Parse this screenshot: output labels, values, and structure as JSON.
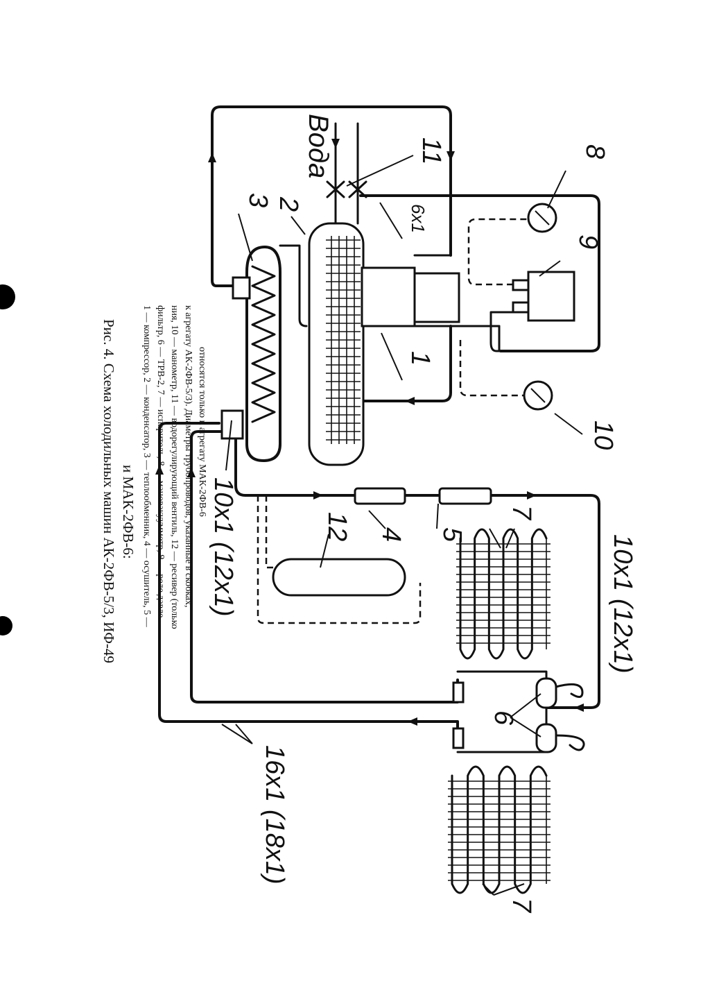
{
  "caption": {
    "title": "Рис. 4. Схема холодильных машин АК-2ФВ-5/3, ИФ-49",
    "title_cont": "и МАК-2ФВ-6:",
    "legend_lines": [
      "1 — компрессор, 2 — конденсатор, 3 — теплообменник, 4 — осушитель, 5 —",
      "фильтр, 6 — ТРВ-2, 7 — испаритель, 8 — мановакуумметр, 9 — реле давле-",
      "ния, 10 — манометр, 11 — водорегулирующий вентиль, 12 — ресивер (только",
      "к агрегату АК-2ФВ-5/3). Диаметры трубопроводов, указанные в скобках,",
      "относятся только к агрегату МАК-2ФВ-6"
    ]
  },
  "labels": {
    "voda": "Вода",
    "n1": "1",
    "n2": "2",
    "n3": "3",
    "n4": "4",
    "n5": "5",
    "n6": "6",
    "n7a": "7",
    "n7b": "7",
    "n8": "8",
    "n9": "9",
    "n10": "10",
    "n11": "11",
    "n12": "12",
    "pipe_6x1": "6x1",
    "pipe_10x1_12x1_a": "10x1 (12x1)",
    "pipe_10x1_12x1_b": "10x1 (12x1)",
    "pipe_16x1_18x1": "16x1 (18x1)"
  }
}
